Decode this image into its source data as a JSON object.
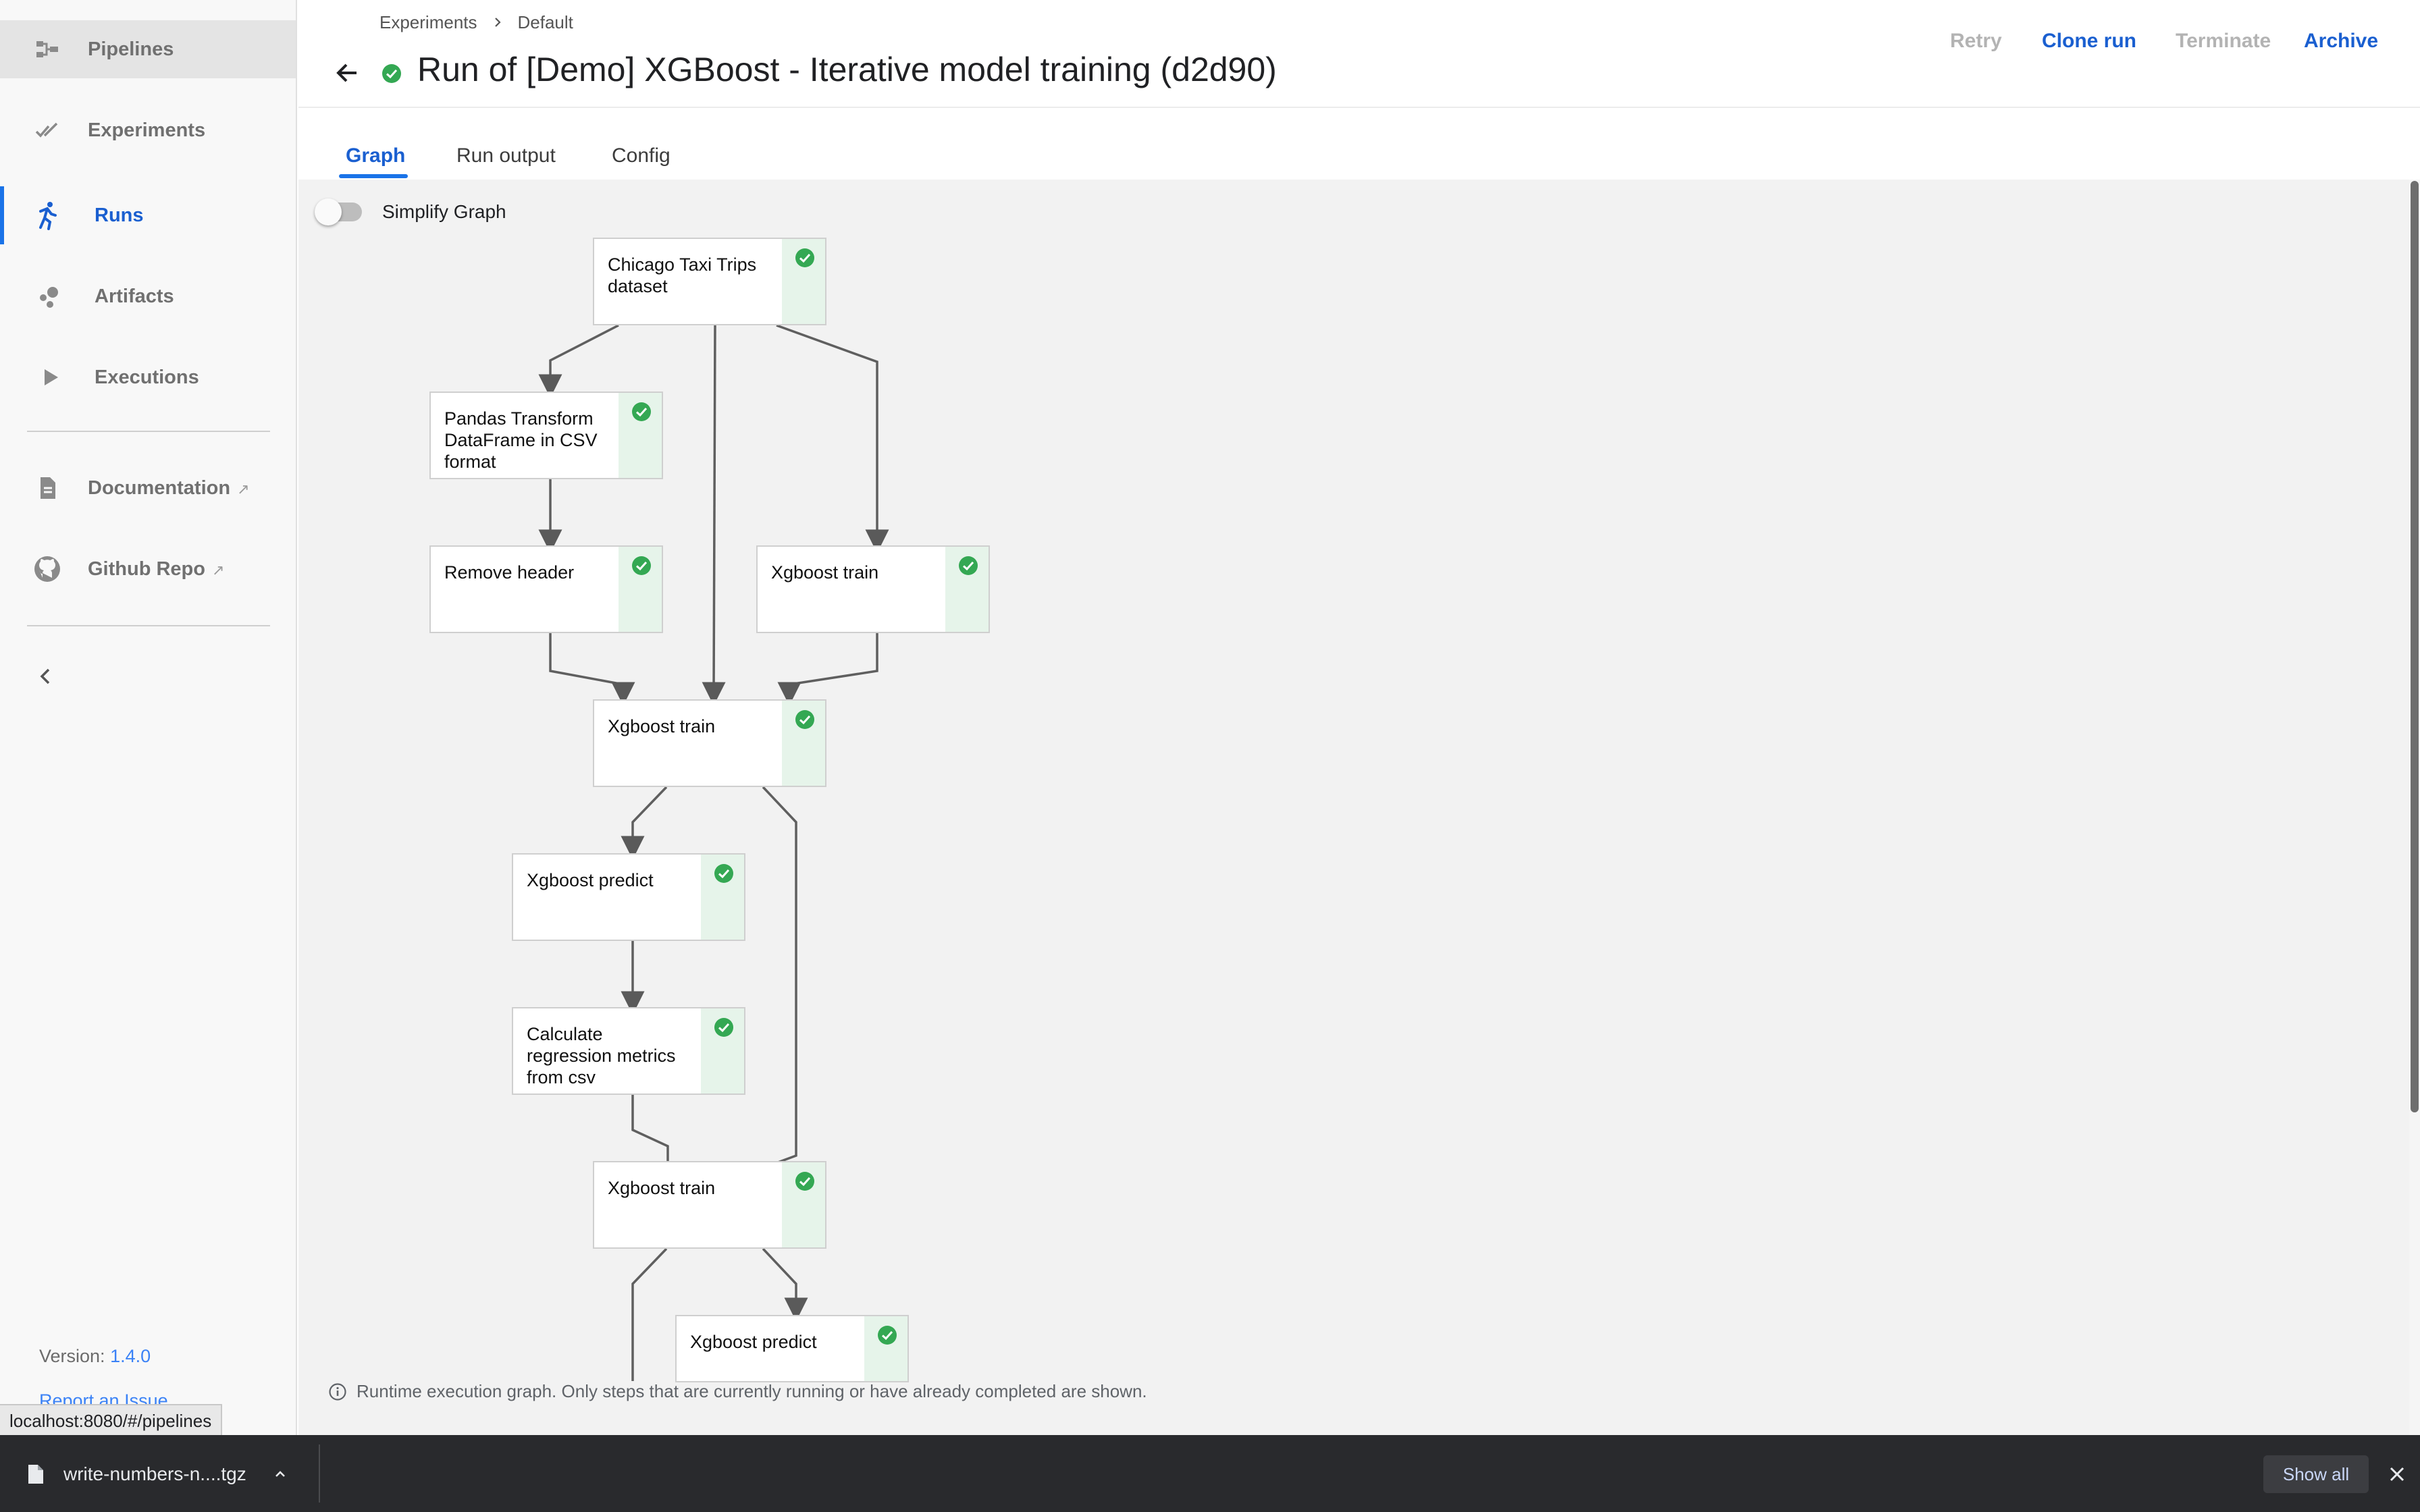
{
  "sidebar": {
    "nav": [
      {
        "label": "Pipelines",
        "icon": "pipelines-icon"
      },
      {
        "label": "Experiments",
        "icon": "experiments-icon"
      },
      {
        "label": "Runs",
        "icon": "runs-icon"
      },
      {
        "label": "Artifacts",
        "icon": "artifacts-icon"
      },
      {
        "label": "Executions",
        "icon": "executions-icon"
      }
    ],
    "links": [
      {
        "label": "Documentation",
        "icon": "document-icon"
      },
      {
        "label": "Github Repo",
        "icon": "github-icon"
      }
    ],
    "version_label": "Version: ",
    "version_value": "1.4.0",
    "report_issue": "Report an Issue"
  },
  "header": {
    "breadcrumb": [
      "Experiments",
      "Default"
    ],
    "title": "Run of [Demo] XGBoost - Iterative model training (d2d90)",
    "actions": {
      "retry": "Retry",
      "clone": "Clone run",
      "terminate": "Terminate",
      "archive": "Archive"
    }
  },
  "tabs": [
    "Graph",
    "Run output",
    "Config"
  ],
  "graph": {
    "simplify_label": "Simplify Graph",
    "nodes": [
      {
        "label": "Chicago Taxi Trips dataset",
        "status": "succeeded"
      },
      {
        "label": "Pandas Transform DataFrame in CSV format",
        "status": "succeeded"
      },
      {
        "label": "Remove header",
        "status": "succeeded"
      },
      {
        "label": "Xgboost train",
        "status": "succeeded"
      },
      {
        "label": "Xgboost train",
        "status": "succeeded"
      },
      {
        "label": "Xgboost predict",
        "status": "succeeded"
      },
      {
        "label": "Calculate regression metrics from csv",
        "status": "succeeded"
      },
      {
        "label": "Xgboost train",
        "status": "succeeded"
      },
      {
        "label": "Xgboost predict",
        "status": "succeeded"
      }
    ],
    "note": "Runtime execution graph. Only steps that are currently running or have already completed are shown."
  },
  "status_url": "localhost:8080/#/pipelines",
  "download": {
    "filename": "write-numbers-n....tgz",
    "show_all": "Show all"
  },
  "colors": {
    "accent": "#1a73e8",
    "success": "#34a853",
    "success_bg": "#e6f4ea",
    "disabled": "#b3b3b3"
  }
}
